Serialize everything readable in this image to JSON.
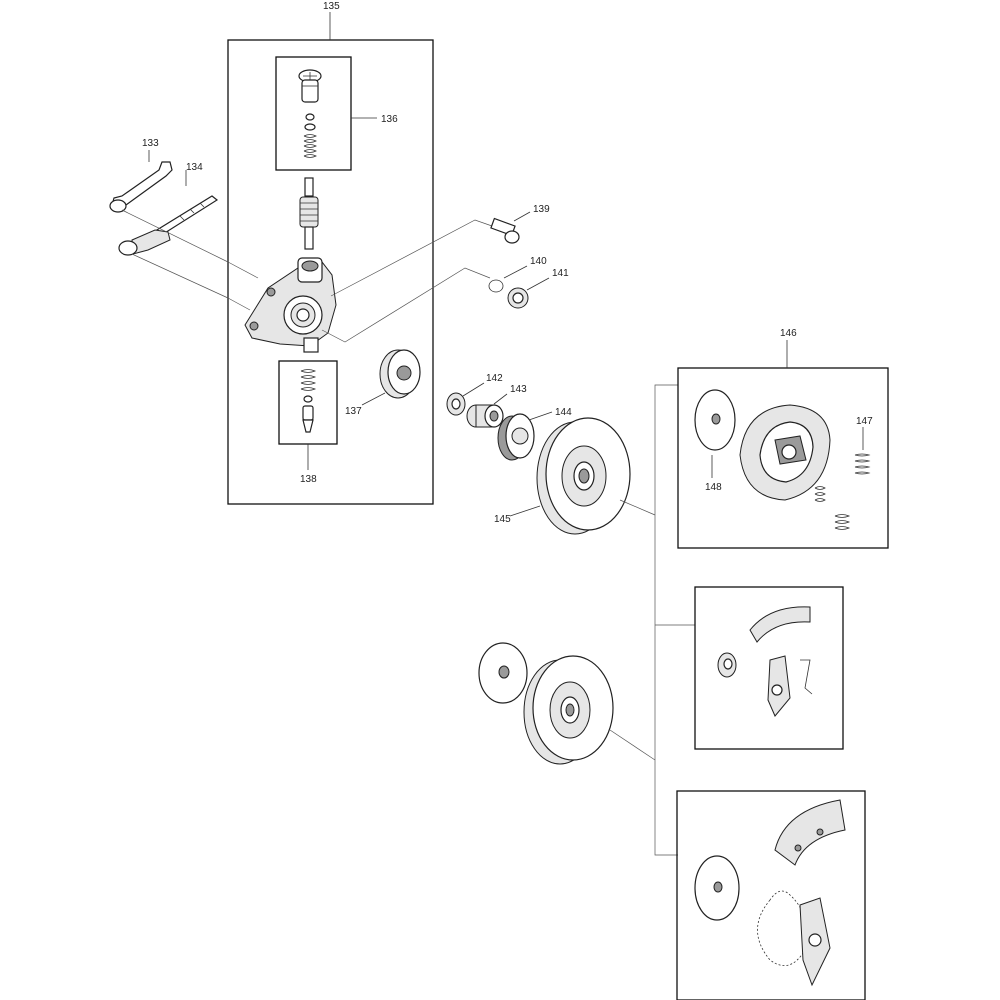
{
  "diagram": {
    "callouts": [
      {
        "id": "c133",
        "label": "133"
      },
      {
        "id": "c134",
        "label": "134"
      },
      {
        "id": "c135",
        "label": "135"
      },
      {
        "id": "c136",
        "label": "136"
      },
      {
        "id": "c137",
        "label": "137"
      },
      {
        "id": "c138",
        "label": "138"
      },
      {
        "id": "c139",
        "label": "139"
      },
      {
        "id": "c140",
        "label": "140"
      },
      {
        "id": "c141",
        "label": "141"
      },
      {
        "id": "c142",
        "label": "142"
      },
      {
        "id": "c143",
        "label": "143"
      },
      {
        "id": "c144",
        "label": "144"
      },
      {
        "id": "c145",
        "label": "145"
      },
      {
        "id": "c146",
        "label": "146"
      },
      {
        "id": "c147",
        "label": "147"
      },
      {
        "id": "c148",
        "label": "148"
      }
    ]
  }
}
